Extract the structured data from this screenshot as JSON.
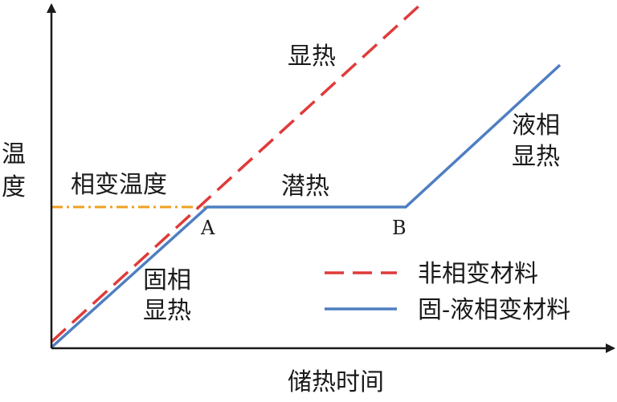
{
  "axes": {
    "y_title_chars": [
      "温",
      "度"
    ],
    "x_title": "储热时间"
  },
  "annotations": {
    "phase_temp": "相变温度",
    "sensible": "显热",
    "latent": "潜热",
    "liquid_line1": "液相",
    "liquid_line2": "显热",
    "solid_line1": "固相",
    "solid_line2": "显热",
    "point_a": "A",
    "point_b": "B"
  },
  "legend": {
    "items": [
      {
        "label": "非相变材料",
        "color": "#e03a3a",
        "style": "dashed"
      },
      {
        "label": "固-液相变材料",
        "color": "#4f7ec2",
        "style": "solid"
      }
    ]
  },
  "colors": {
    "axis": "#1a1a1a",
    "non_phase_change": "#e03a3a",
    "phase_change": "#4f7ec2",
    "phase_temp_line": "#f0a020"
  }
}
